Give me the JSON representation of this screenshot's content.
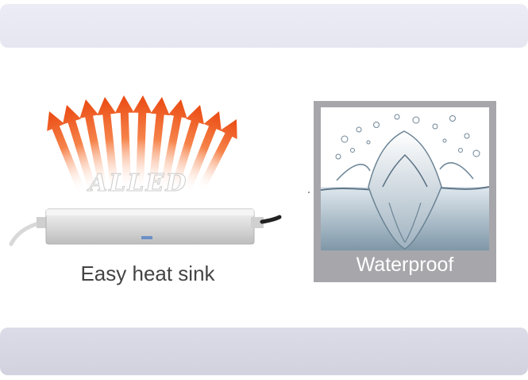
{
  "left": {
    "watermark": "ALLED",
    "caption": "Easy heat sink"
  },
  "right": {
    "caption": "Waterproof"
  },
  "colors": {
    "arrow": "#f05a1a",
    "panel_gray": "#a6a6ab",
    "caption_dark": "#444444"
  }
}
